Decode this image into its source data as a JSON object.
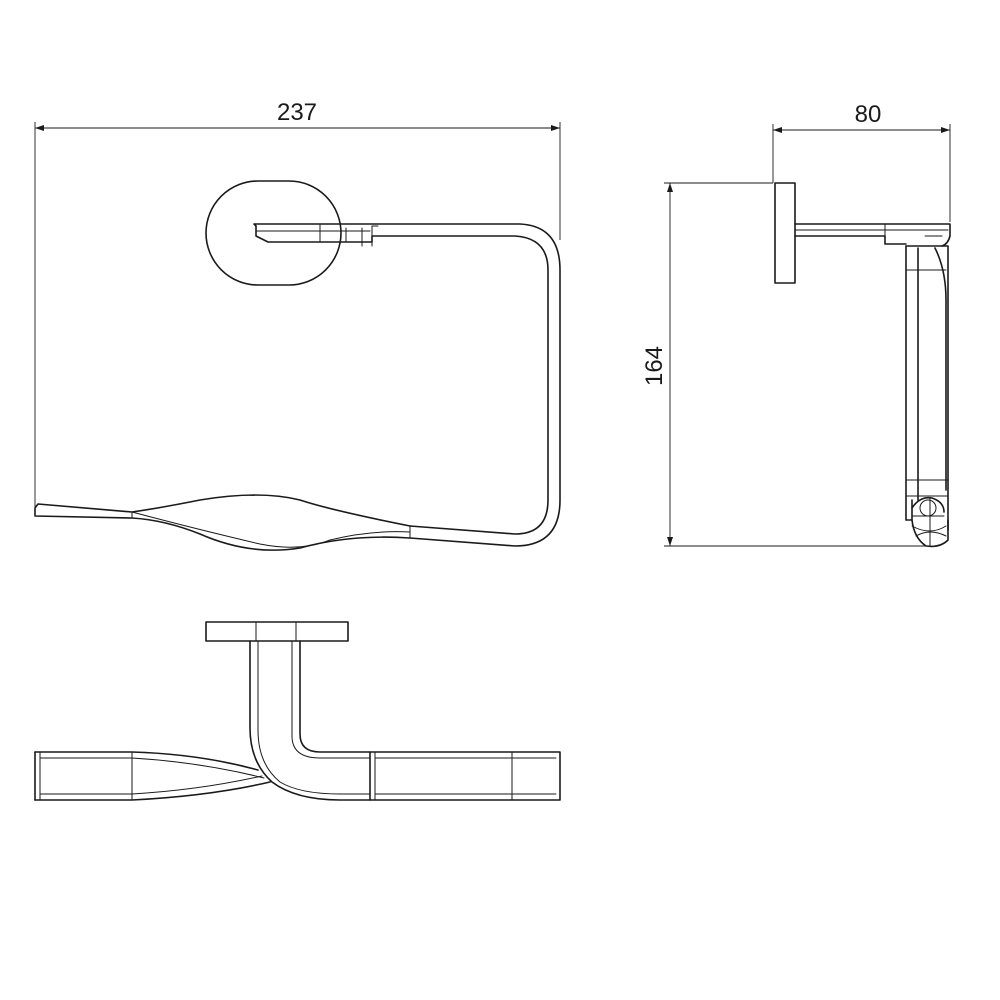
{
  "dimensions": {
    "overall_width": "237",
    "depth": "80",
    "height": "164"
  }
}
